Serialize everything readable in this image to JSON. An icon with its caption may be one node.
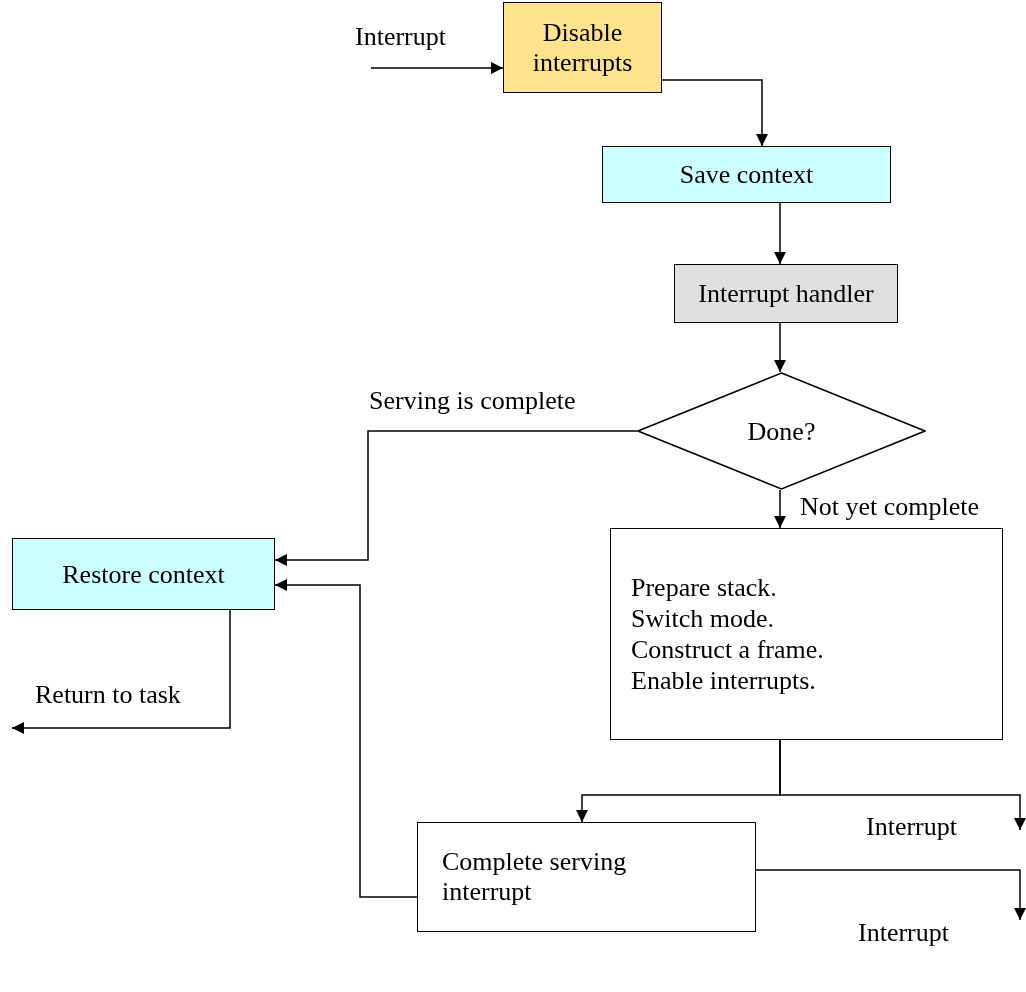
{
  "diagram": {
    "nodes": [
      {
        "text": [
          "Disable interrupts"
        ]
      },
      {
        "text": [
          "Save context"
        ]
      },
      {
        "text": [
          "Interrupt handler"
        ]
      },
      {
        "text": [
          "Done?"
        ]
      },
      {
        "text": [
          "Restore context"
        ]
      },
      {
        "text": [
          "Prepare stack.",
          "Switch mode.",
          "Construct a frame.",
          "Enable interrupts."
        ]
      },
      {
        "text": [
          "Complete serving interrupt"
        ]
      }
    ],
    "edges": [
      {
        "from": null,
        "to": 0,
        "arrow": "to",
        "label": "Interrupt"
      },
      {
        "from": 0,
        "to": 1,
        "arrow": "to"
      },
      {
        "from": 1,
        "to": 2,
        "arrow": "to"
      },
      {
        "from": 2,
        "to": 3,
        "arrow": "to"
      },
      {
        "from": 3,
        "to": 4,
        "arrow": "to",
        "label": "Serving is complete"
      },
      {
        "from": 3,
        "to": 5,
        "arrow": "to",
        "label": "Not yet complete"
      },
      {
        "from": 6,
        "to": 4,
        "arrow": "to"
      },
      {
        "from": 4,
        "to": null,
        "arrow": "to",
        "label": "Return to task"
      },
      {
        "from": 5,
        "to": 6,
        "arrow": "to"
      },
      {
        "from": 5,
        "to": null,
        "arrow": "to",
        "label": "Interrupt"
      },
      {
        "from": 6,
        "to": null,
        "arrow": "to",
        "label": "Interrupt"
      }
    ]
  }
}
